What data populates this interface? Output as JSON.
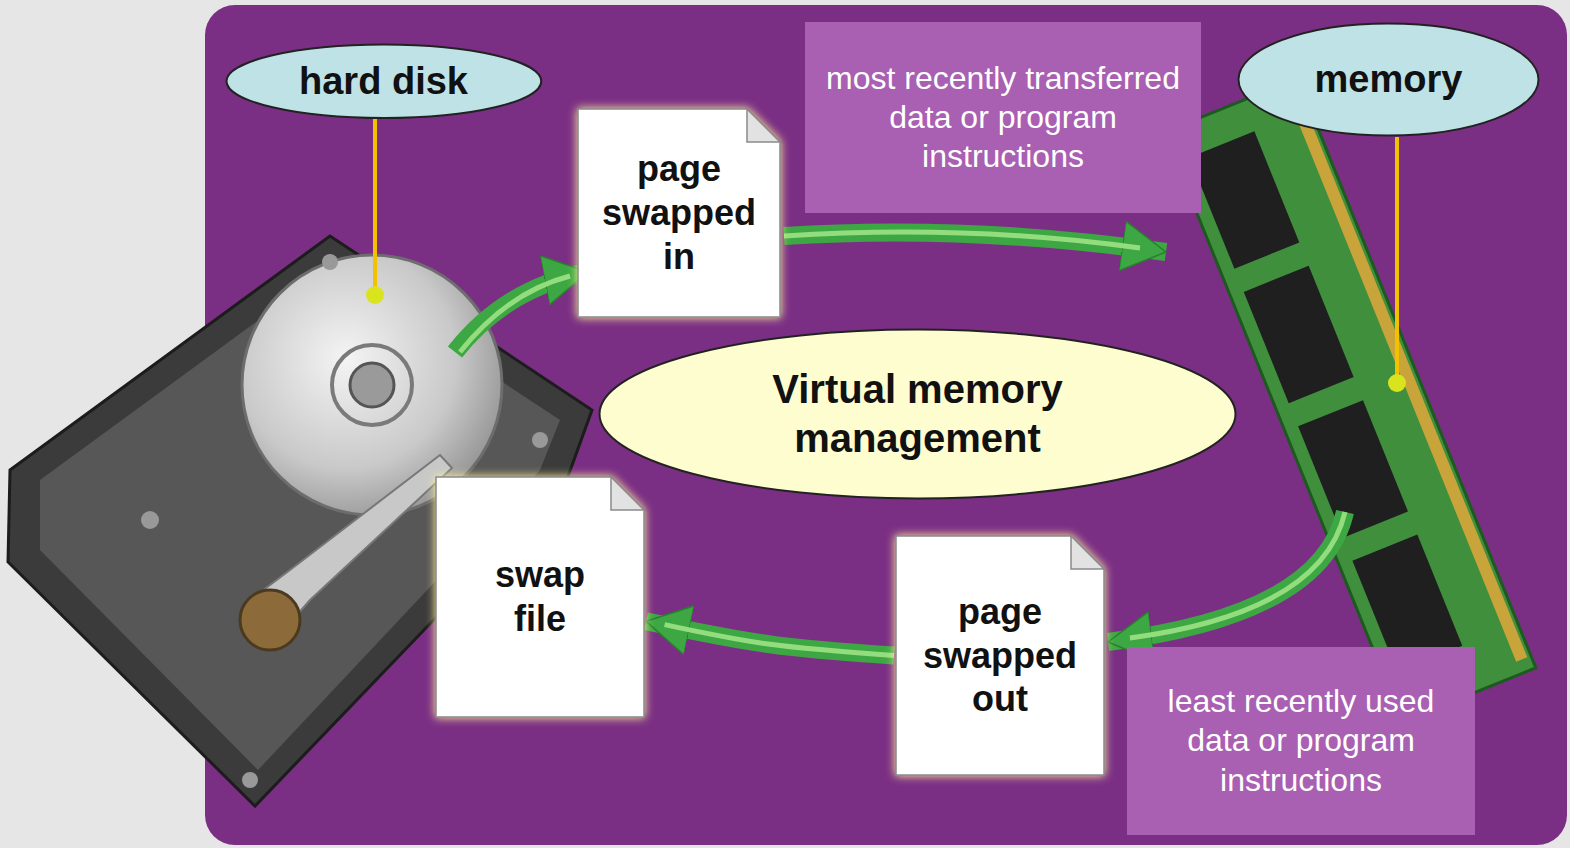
{
  "diagram": {
    "nodes": [
      {
        "text": [
          "hard disk"
        ]
      },
      {
        "text": [
          "page swapped in"
        ]
      },
      {
        "text": [
          "most recently transferred data or program instructions"
        ]
      },
      {
        "text": [
          "memory"
        ]
      },
      {
        "text": [
          "Virtual memory management"
        ]
      },
      {
        "text": [
          "swap file"
        ]
      },
      {
        "text": [
          "page swapped out"
        ]
      },
      {
        "text": [
          "least recently used data or program instructions"
        ]
      }
    ],
    "edges": [
      {
        "from": 6,
        "to": 5,
        "arrow": "to"
      }
    ]
  }
}
